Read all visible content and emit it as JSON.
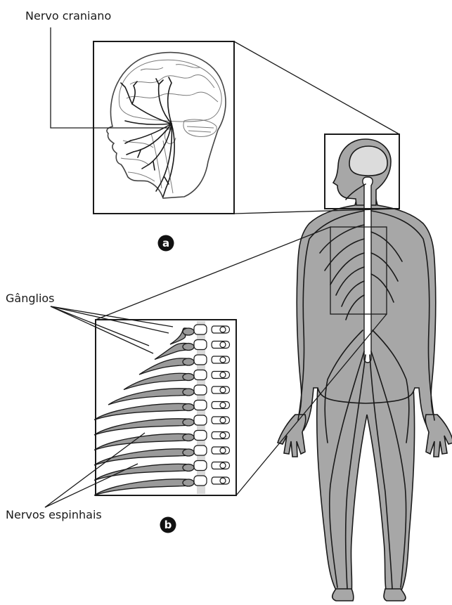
{
  "labels": {
    "cranial_nerve": "Nervo craniano",
    "ganglia": "Gânglios",
    "spinal_nerves": "Nervos espinhais"
  },
  "markers": {
    "a": "a",
    "b": "b"
  },
  "colors": {
    "body_fill": "#a7a7a7",
    "outline": "#1a1a1a",
    "brain_fill": "#dcdcdc",
    "background": "#ffffff"
  }
}
